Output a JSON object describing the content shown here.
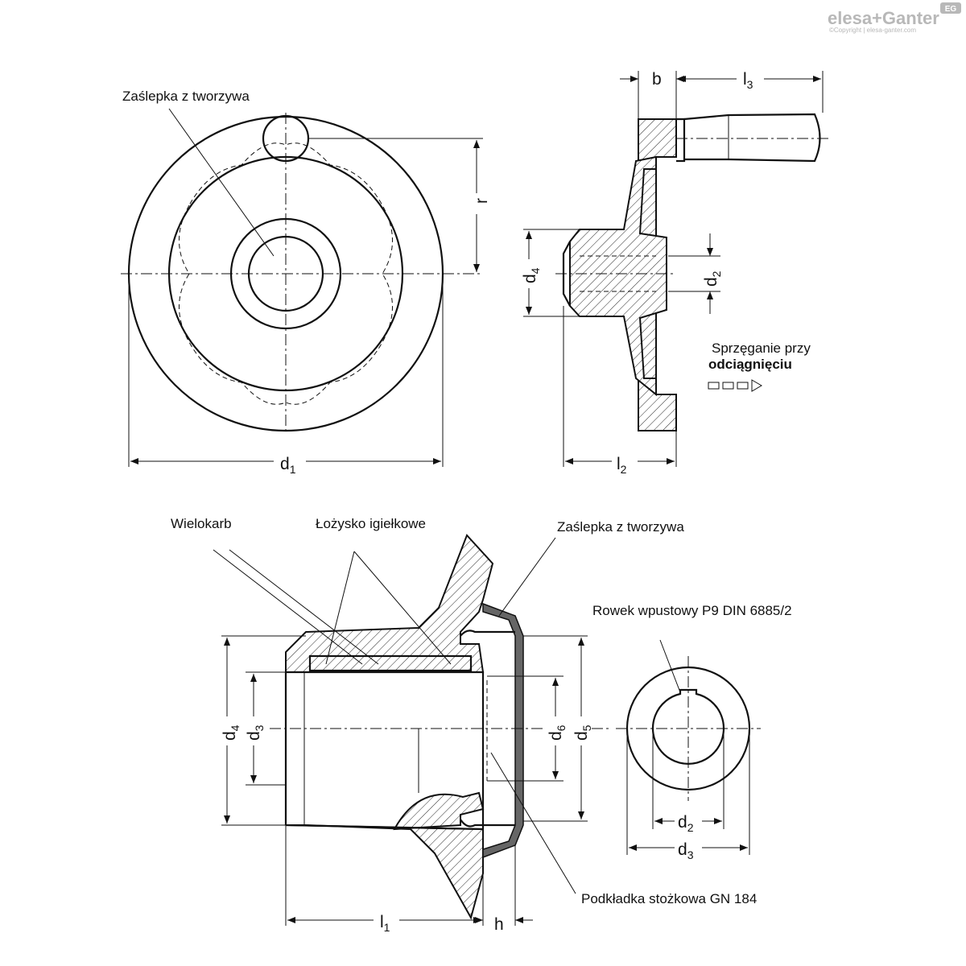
{
  "logo": {
    "brand": "elesa+Ganter",
    "badge": "EG",
    "copyright": "©Copyright | elesa-ganter.com"
  },
  "labels": {
    "cap_top": "Zaślepka z tworzywa",
    "coupling_line1": "Sprzęganie przy",
    "coupling_line2": "odciągnięciu",
    "spline": "Wielokarb",
    "needle_bearing": "Łożysko igiełkowe",
    "cap_bottom": "Zaślepka z tworzywa",
    "keyway": "Rowek wpustowy P9 DIN 6885/2",
    "washer": "Podkładka stożkowa GN 184"
  },
  "dimensions": {
    "top": {
      "d1": {
        "main": "d",
        "sub": "1"
      },
      "r": "r",
      "b": "b",
      "l3": {
        "main": "l",
        "sub": "3"
      },
      "d4": {
        "main": "d",
        "sub": "4"
      },
      "d2": {
        "main": "d",
        "sub": "2"
      },
      "l2": {
        "main": "l",
        "sub": "2"
      }
    },
    "bottom": {
      "d4": {
        "main": "d",
        "sub": "4"
      },
      "d3": {
        "main": "d",
        "sub": "3"
      },
      "d6": {
        "main": "d",
        "sub": "6"
      },
      "d5": {
        "main": "d",
        "sub": "5"
      },
      "l1": {
        "main": "l",
        "sub": "1"
      },
      "h": "h"
    },
    "keyway": {
      "d2": {
        "main": "d",
        "sub": "2"
      },
      "d3": {
        "main": "d",
        "sub": "3"
      }
    }
  }
}
